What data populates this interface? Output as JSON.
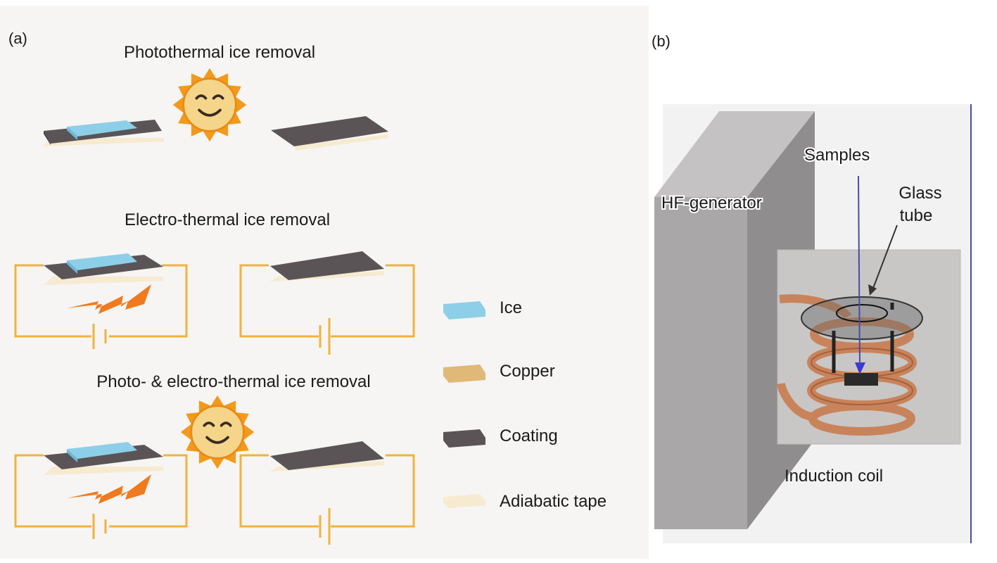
{
  "panel_a": {
    "label": "(a)",
    "sections": [
      {
        "title": "Photothermal ice removal"
      },
      {
        "title": "Electro-thermal ice removal"
      },
      {
        "title": "Photo- & electro-thermal ice removal"
      }
    ],
    "legend": [
      {
        "label": "Ice",
        "color": "#8dcfe8"
      },
      {
        "label": "Copper",
        "color": "#e0b877"
      },
      {
        "label": "Coating",
        "color": "#5a5457"
      },
      {
        "label": "Adiabatic tape",
        "color": "#f6ead0"
      }
    ]
  },
  "panel_b": {
    "label": "(b)",
    "labels": {
      "generator": "HF-generator",
      "samples": "Samples",
      "glass_tube_line1": "Glass",
      "glass_tube_line2": "tube",
      "coil": "Induction coil"
    }
  },
  "colors": {
    "ice": "#8dcfe8",
    "coating": "#5a5457",
    "tape": "#f6ead0",
    "wire": "#f0b33c",
    "bolt": "#f07a1e",
    "sun": "#f5d58a",
    "sun_rays": "#f39a1c",
    "generator": "#a9a7a8",
    "coil": "#c9835a"
  }
}
